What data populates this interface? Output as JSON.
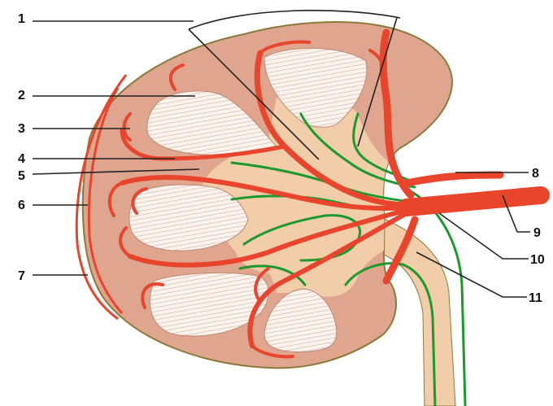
{
  "colors": {
    "cortex": "#e0a58f",
    "medulla_fill": "#fbf3ee",
    "pyramid_stripe": "#a46b57",
    "pelvis": "#f2cda9",
    "artery": "#e8452c",
    "vein_line": "#1a9a2c",
    "capsule_line": "#8a7a3c",
    "leader_line": "#222222"
  },
  "labels": [
    "1",
    "2",
    "3",
    "4",
    "5",
    "6",
    "7",
    "8",
    "9",
    "10",
    "11"
  ]
}
